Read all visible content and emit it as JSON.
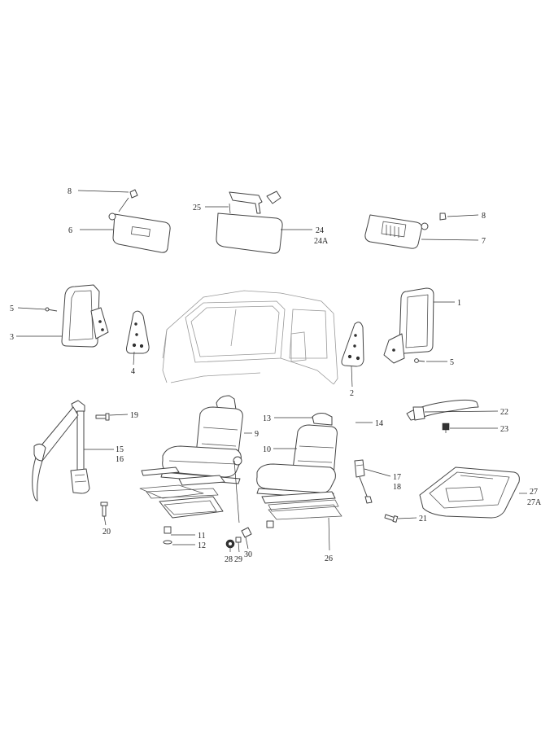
{
  "callouts": {
    "c1": "1",
    "c2": "2",
    "c3": "3",
    "c4": "4",
    "c5a": "5",
    "c5b": "5",
    "c6": "6",
    "c7": "7",
    "c8a": "8",
    "c8b": "8",
    "c9": "9",
    "c10": "10",
    "c11": "11",
    "c12": "12",
    "c13": "13",
    "c14": "14",
    "c15": "15",
    "c16": "16",
    "c17": "17",
    "c18": "18",
    "c19": "19",
    "c20": "20",
    "c21": "21",
    "c22": "22",
    "c23": "23",
    "c24": "24",
    "c24a": "24A",
    "c25": "25",
    "c26": "26",
    "c27": "27",
    "c27a": "27A",
    "c28": "28",
    "c29": "29",
    "c30": "30"
  }
}
